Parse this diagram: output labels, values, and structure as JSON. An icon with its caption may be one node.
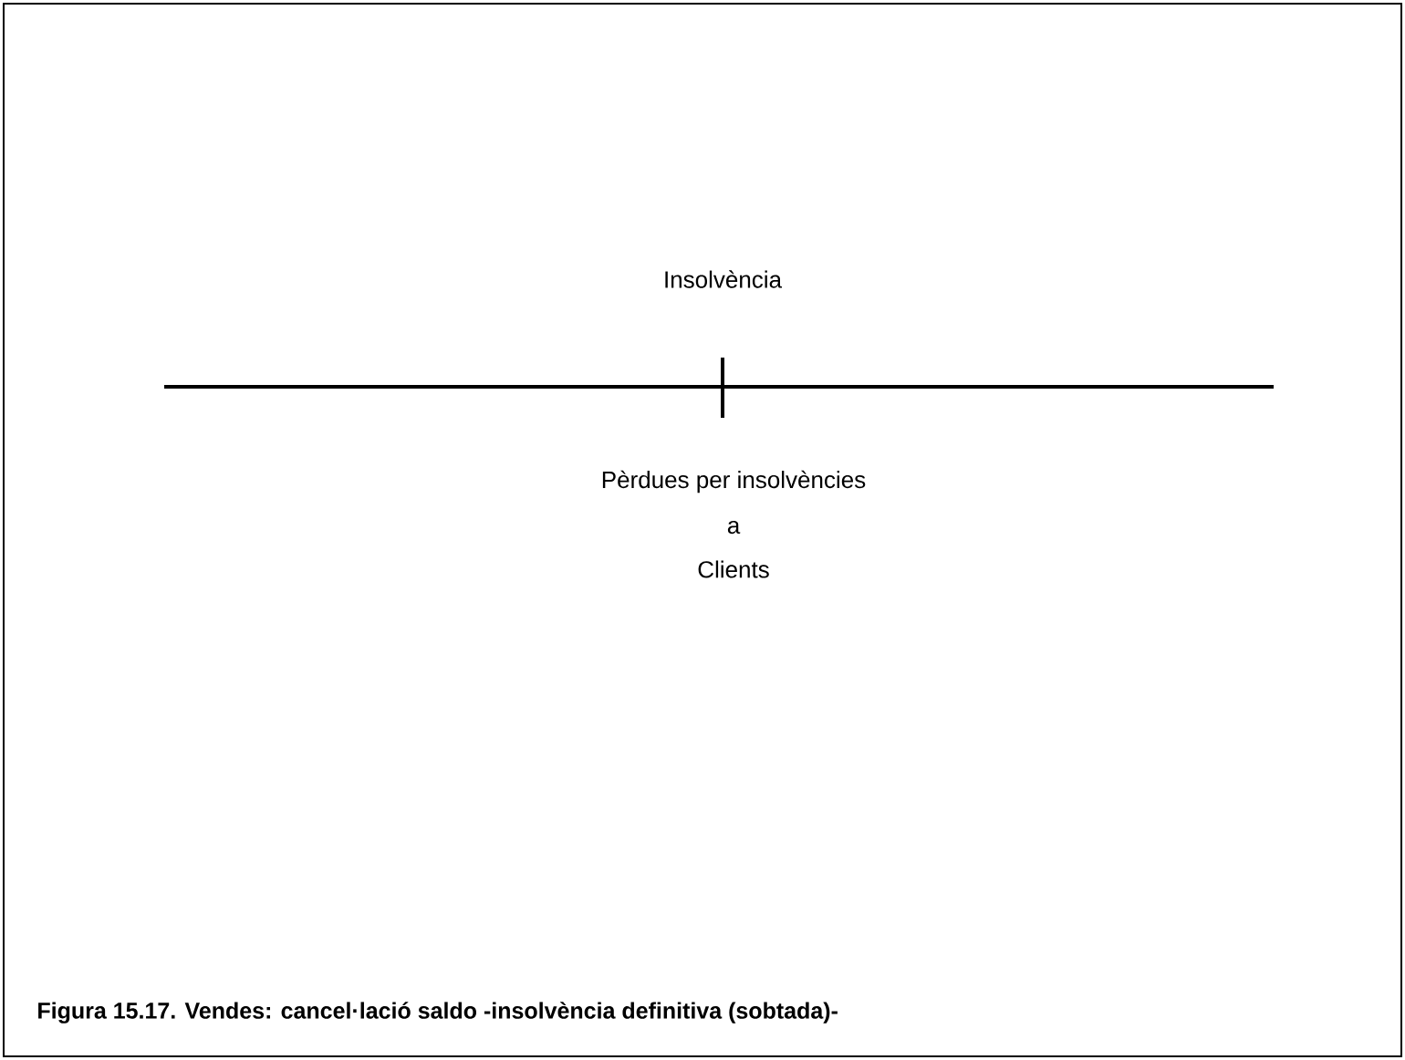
{
  "diagram": {
    "caption": "Figura 15.17. Vendes: cancel·lació saldo -insolvència definitiva (sobtada)-",
    "labels": [
      "Insolvència",
      "Pèrdues per insolvències",
      "a",
      "Clients"
    ]
  }
}
